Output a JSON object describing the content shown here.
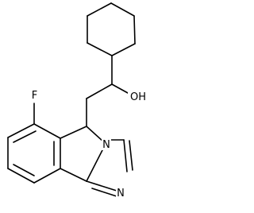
{
  "molecule": {
    "atoms": {
      "fluorine": "F",
      "hydroxyl": "OH",
      "ring_nitrogen": "N",
      "imidazole_nitrogen": "N"
    }
  }
}
